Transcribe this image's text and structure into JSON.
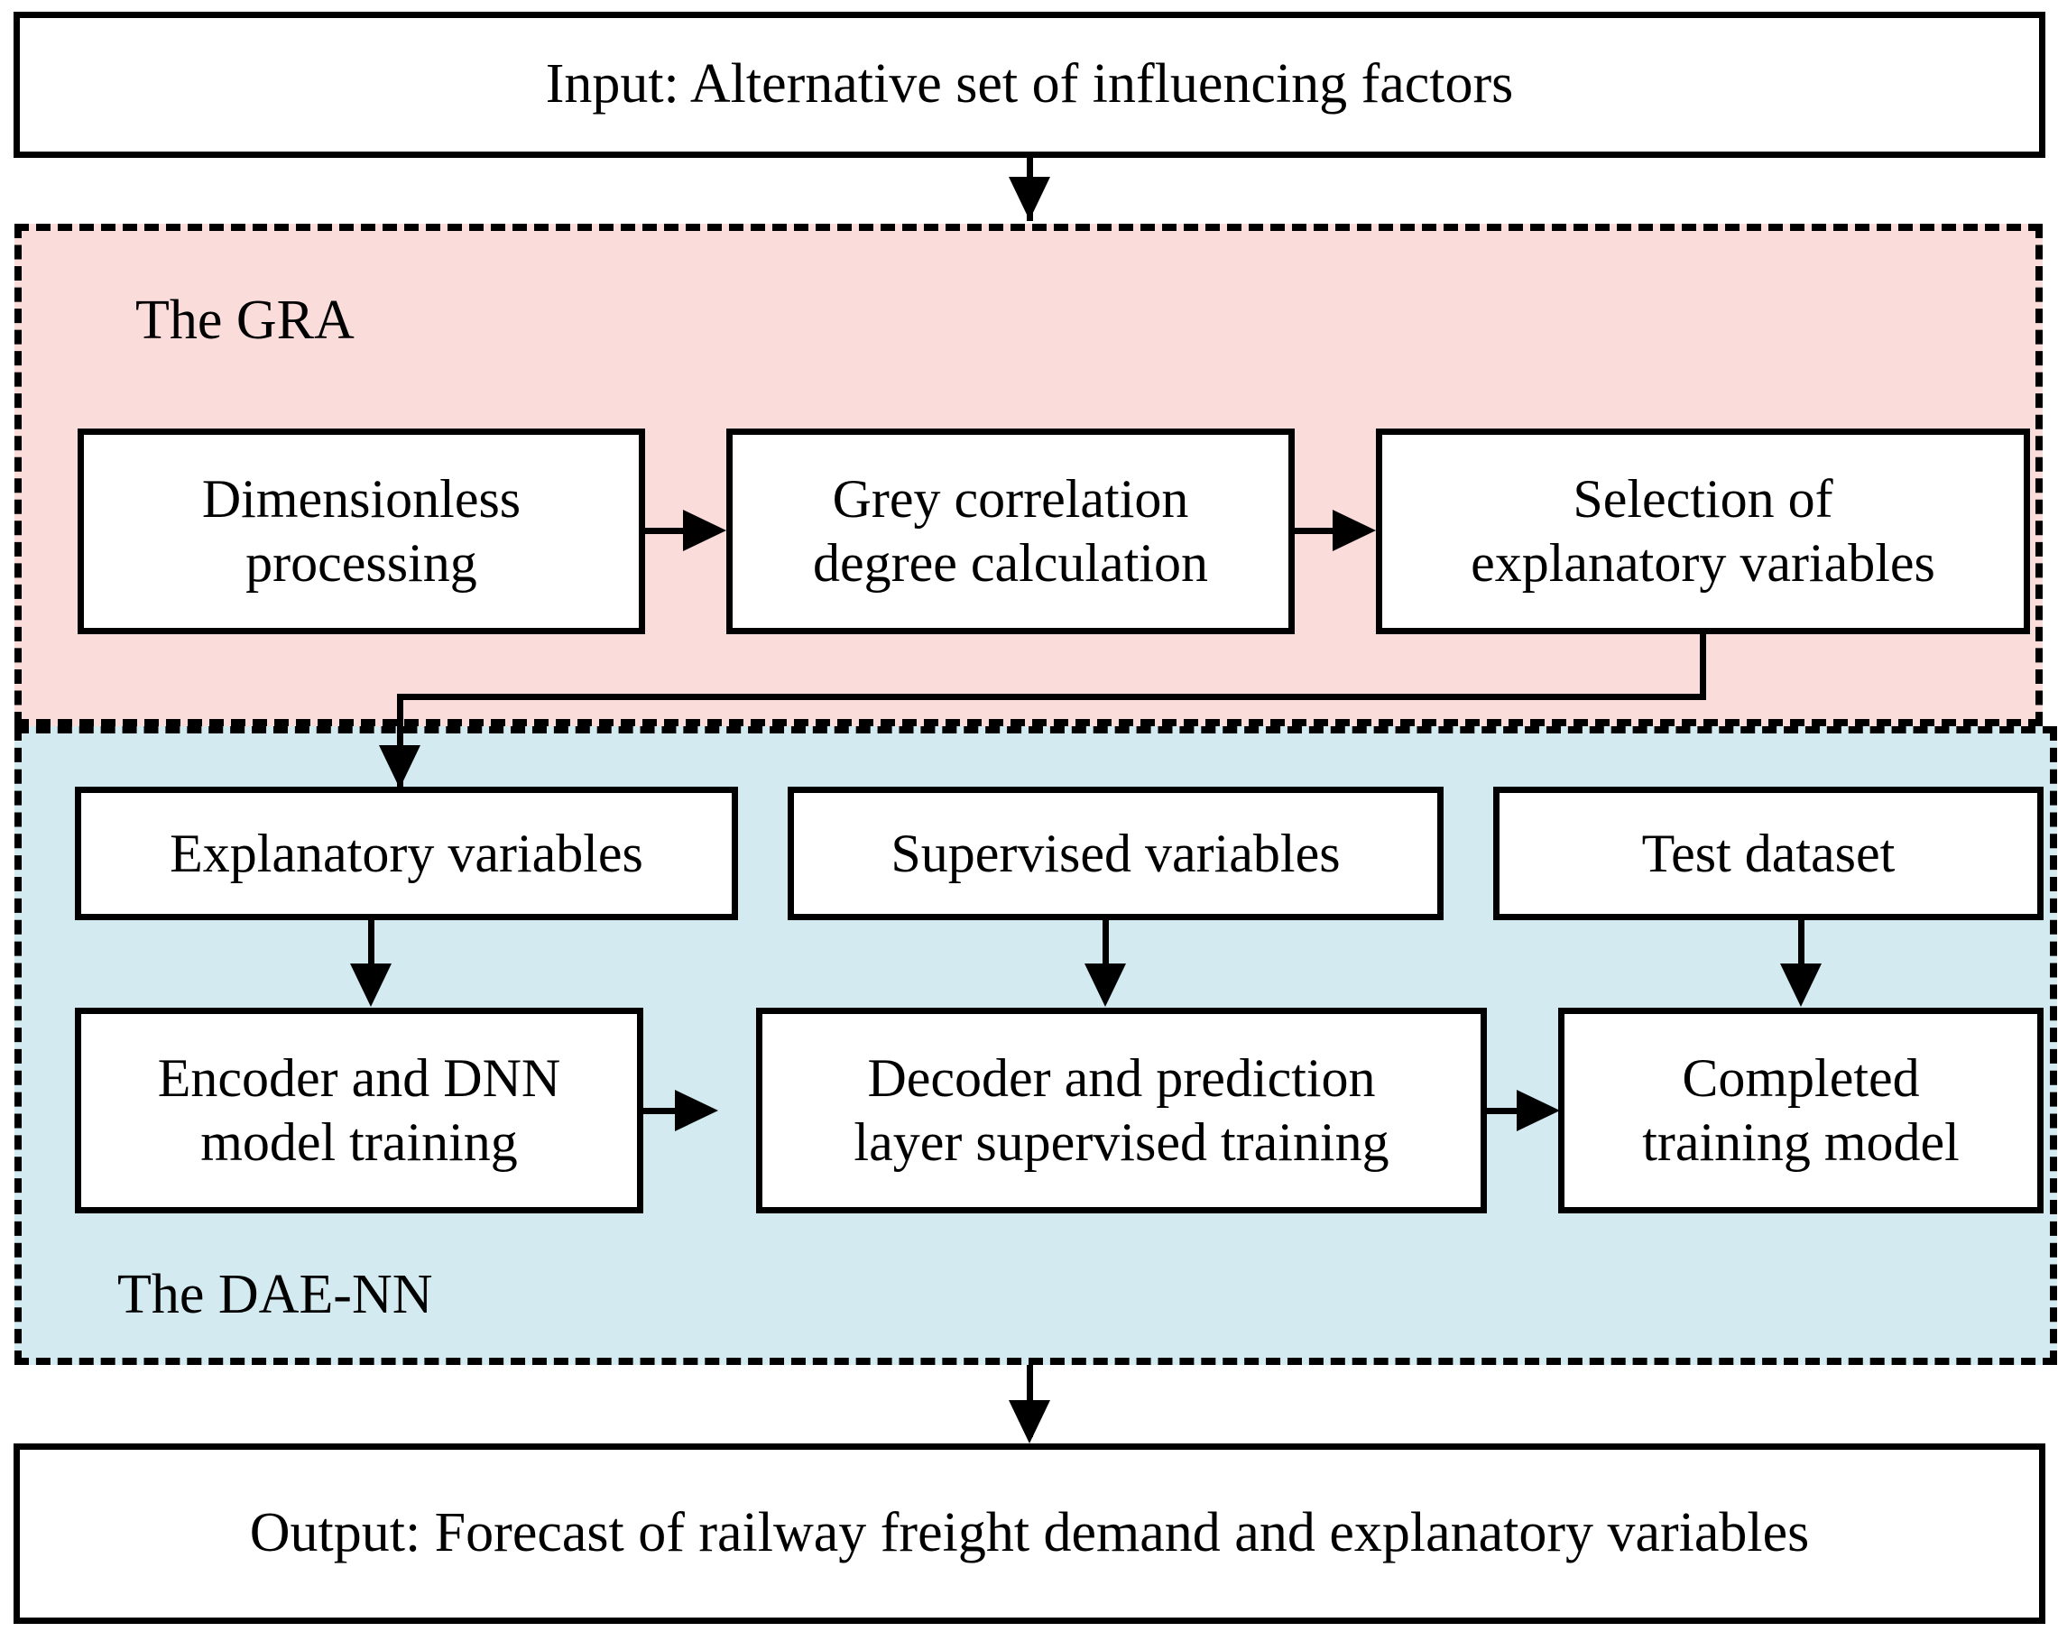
{
  "diagram": {
    "title_input": "Input: Alternative set of influencing factors",
    "title_output": "Output: Forecast of railway freight demand and explanatory variables",
    "groups": [
      {
        "id": "gra",
        "label": "The GRA",
        "fill": "#fadcdb"
      },
      {
        "id": "dae",
        "label": "The DAE-NN",
        "fill": "#d2eaf0"
      }
    ],
    "gra_nodes": [
      {
        "label": "Dimensionless\nprocessing"
      },
      {
        "label": "Grey correlation\ndegree calculation"
      },
      {
        "label": "Selection of\nexplanatory variables"
      }
    ],
    "dae_inputs": [
      {
        "label": "Explanatory variables"
      },
      {
        "label": "Supervised variables"
      },
      {
        "label": "Test dataset"
      }
    ],
    "dae_stages": [
      {
        "label": "Encoder and DNN\nmodel training"
      },
      {
        "label": "Decoder and prediction\nlayer supervised training"
      },
      {
        "label": "Completed\ntraining model"
      }
    ],
    "colors": {
      "gra_fill": "#fadcdb",
      "dae_fill": "#d2eaf0",
      "stroke": "#000000",
      "node_fill": "#ffffff"
    }
  }
}
